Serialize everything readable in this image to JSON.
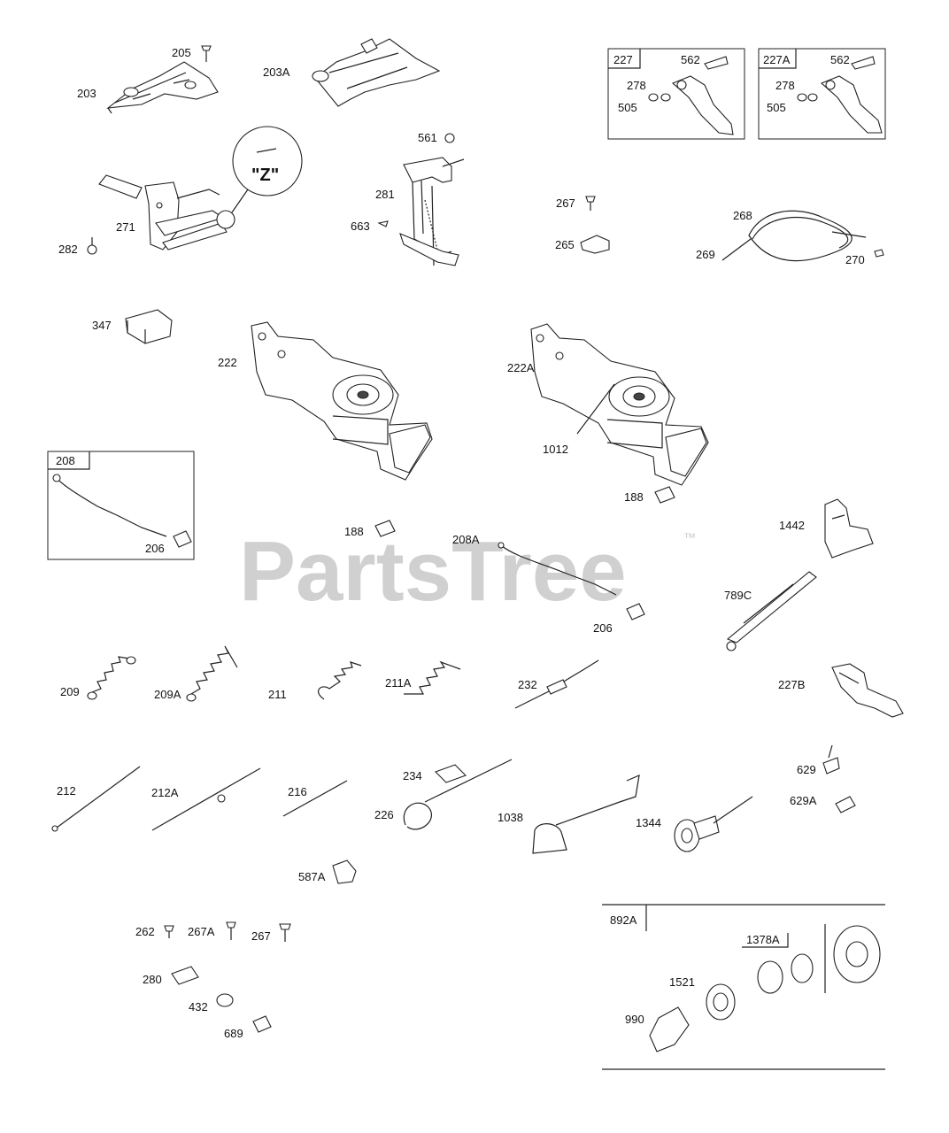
{
  "watermark": {
    "text": "PartsTree",
    "trademark": "™"
  },
  "callout": {
    "text": "\"Z\""
  },
  "boxes": {
    "b227": {
      "title": "227",
      "labels": [
        "562",
        "278",
        "505"
      ]
    },
    "b227a": {
      "title": "227A",
      "labels": [
        "562",
        "278",
        "505"
      ]
    },
    "b208": {
      "title": "208",
      "labels": [
        "206"
      ]
    },
    "b892a": {
      "title": "892A",
      "labels": [
        "1378A",
        "1521",
        "990"
      ]
    }
  },
  "labels": {
    "l205": "205",
    "l203": "203",
    "l203a": "203A",
    "l561": "561",
    "l281": "281",
    "l663": "663",
    "l267a": "267",
    "l265": "265",
    "l268": "268",
    "l269": "269",
    "l270": "270",
    "l271": "271",
    "l282": "282",
    "l347": "347",
    "l222": "222",
    "l222a": "222A",
    "l1012": "1012",
    "l188a": "188",
    "l188b": "188",
    "l208a": "208A",
    "l206": "206",
    "l1442": "1442",
    "l789c": "789C",
    "l209": "209",
    "l209a": "209A",
    "l211": "211",
    "l211a": "211A",
    "l232": "232",
    "l227b": "227B",
    "l212": "212",
    "l212a": "212A",
    "l216": "216",
    "l234": "234",
    "l226": "226",
    "l1038": "1038",
    "l1344": "1344",
    "l629": "629",
    "l629a": "629A",
    "l587a": "587A",
    "l262": "262",
    "l267a2": "267A",
    "l267b": "267",
    "l280": "280",
    "l432": "432",
    "l689": "689"
  },
  "colors": {
    "line": "#222222",
    "watermark": "#d0d0d0",
    "background": "#ffffff"
  }
}
